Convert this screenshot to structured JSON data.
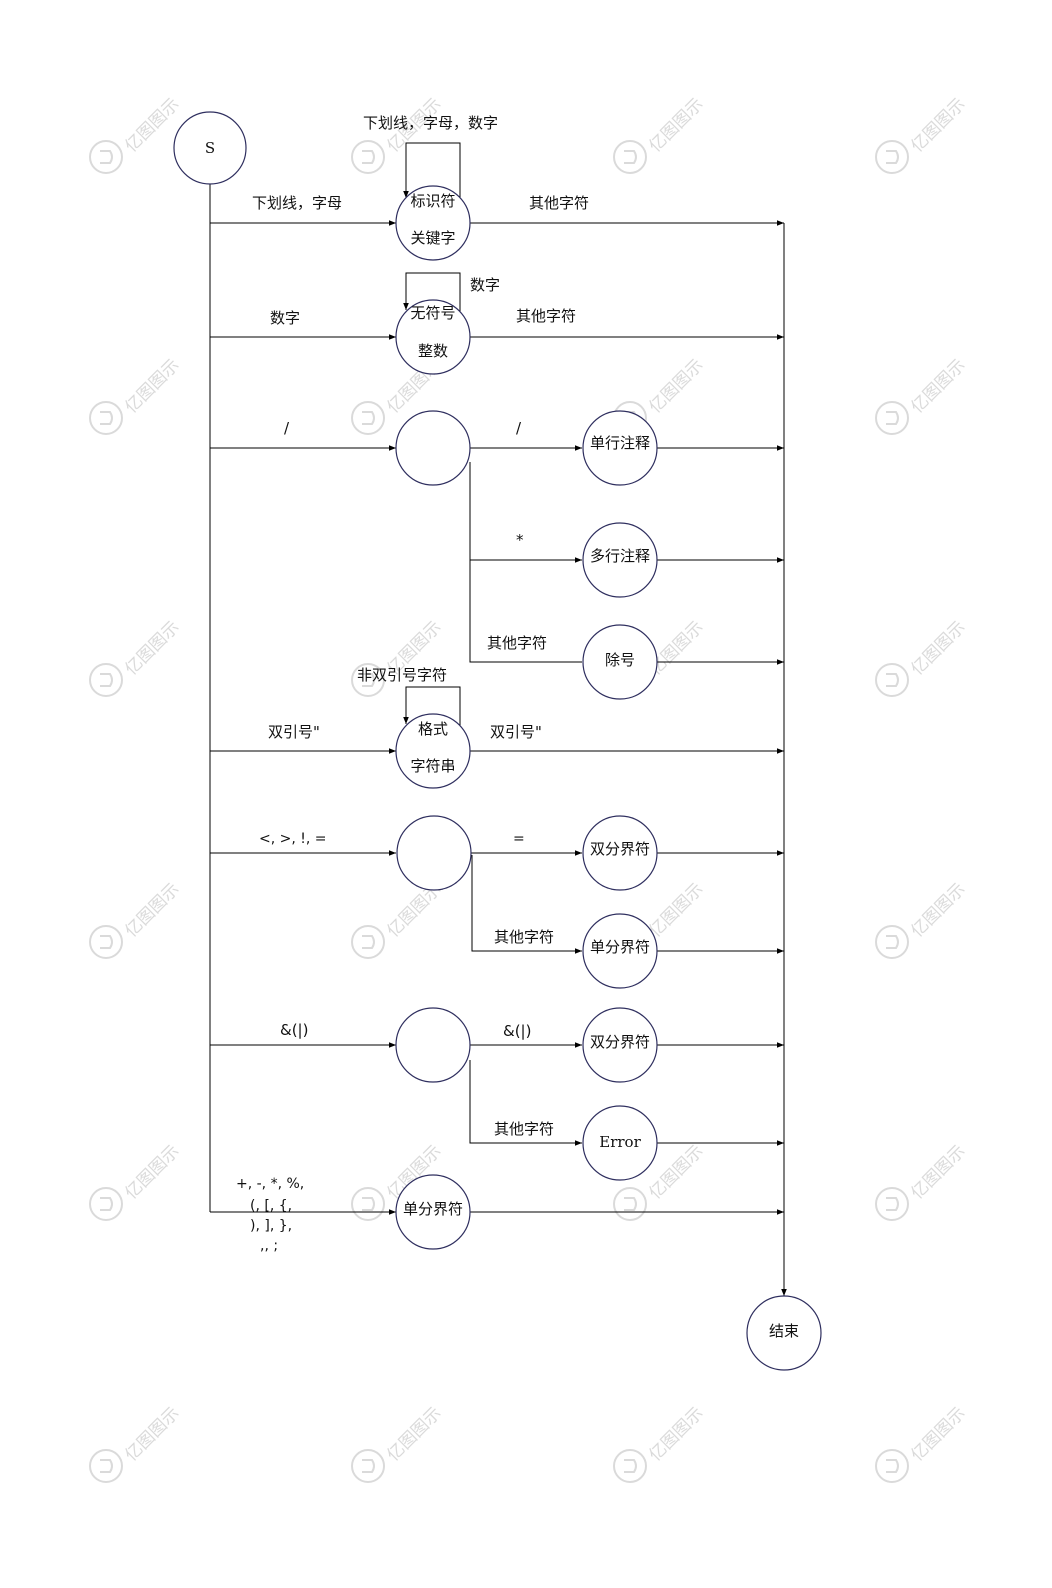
{
  "watermark": {
    "text": "亿图图示",
    "icon": "edraw-logo-icon"
  },
  "nodes": {
    "start": "S",
    "identifier": {
      "line1": "标识符",
      "line2": "关键字"
    },
    "unsigned_int": {
      "line1": "无符号",
      "line2": "整数"
    },
    "single_line_comment": "单行注释",
    "multi_line_comment": "多行注释",
    "divide": "除号",
    "format_string": {
      "line1": "格式",
      "line2": "字符串"
    },
    "double_delim_1": "双分界符",
    "single_delim_1": "单分界符",
    "double_delim_2": "双分界符",
    "error": "Error",
    "single_delim_2": "单分界符",
    "end": "结束"
  },
  "edges": {
    "identifier_loop": "下划线，字母，数字",
    "to_identifier": "下划线，字母",
    "identifier_out": "其他字符",
    "number_loop": "数字",
    "to_number": "数字",
    "number_out": "其他字符",
    "to_slash": "/",
    "slash_slash": "/",
    "slash_star": "*",
    "slash_other": "其他字符",
    "string_loop": "非双引号字符",
    "to_string": "双引号\"",
    "string_out": "双引号\"",
    "to_compare": "<, >, !, =",
    "compare_eq": "=",
    "compare_other": "其他字符",
    "to_logic": "&(|)",
    "logic_same": "&(|)",
    "logic_other": "其他字符",
    "to_single_delim": [
      "+, -, *, %,",
      "(, [, {,",
      "), ], },",
      ",, ;"
    ]
  }
}
